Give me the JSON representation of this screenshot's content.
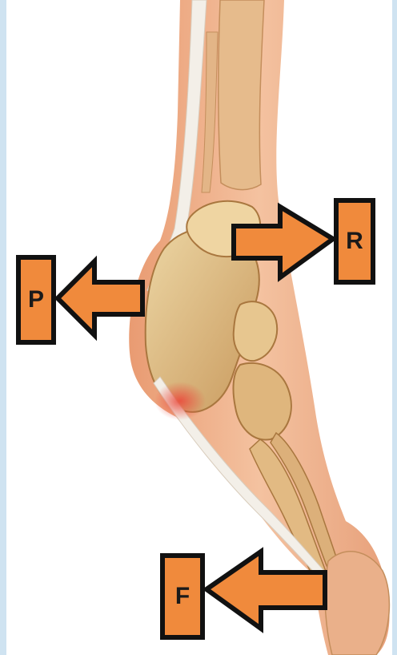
{
  "labels": {
    "p": "P",
    "r": "R",
    "f": "F"
  },
  "colors": {
    "arrow_fill": "#f08a3c",
    "arrow_stroke": "#111111",
    "skin": "#f2b48e",
    "bone": "#e4c48a",
    "tendon": "#f3efe8",
    "inflamed": "#e85a4a"
  },
  "icons": {
    "arrow_p": "arrow-left",
    "arrow_r": "arrow-right",
    "arrow_f": "arrow-left"
  }
}
